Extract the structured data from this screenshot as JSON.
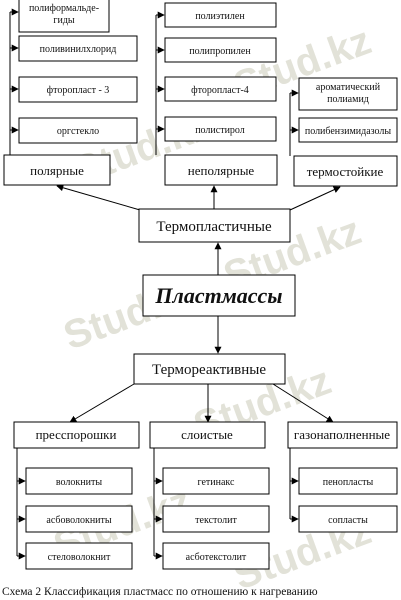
{
  "colors": {
    "line": "#000000",
    "box": "#ffffff",
    "text": "#111111",
    "watermark": "#e2e2d8"
  },
  "watermark": "Stud.kz",
  "root": {
    "label": "Пластмассы"
  },
  "thermoplastic": {
    "label": "Термопластичные",
    "groups": [
      {
        "label": "полярные",
        "items": [
          "полиформальде-\nгиды",
          "поливинилхлорид",
          "фторопласт - 3",
          "оргстекло"
        ]
      },
      {
        "label": "неполярные",
        "items": [
          "полиэтилен",
          "полипропилен",
          "фторопласт-4",
          "полистирол"
        ]
      },
      {
        "label": "термостойкие",
        "items": [
          "ароматический\nполиамид",
          "полибензимидазолы"
        ]
      }
    ]
  },
  "thermoset": {
    "label": "Термореактивные",
    "groups": [
      {
        "label": "пресспорошки",
        "items": [
          "волокниты",
          "асбоволокниты",
          "стеловолокнит"
        ]
      },
      {
        "label": "слоистые",
        "items": [
          "гетинакс",
          "текстолит",
          "асботекстолит"
        ]
      },
      {
        "label": "газонаполненные",
        "items": [
          "пенопласты",
          "сопласты"
        ]
      }
    ]
  },
  "caption": "Схема 2  Классификация пластмасс по отношению к нагреванию"
}
